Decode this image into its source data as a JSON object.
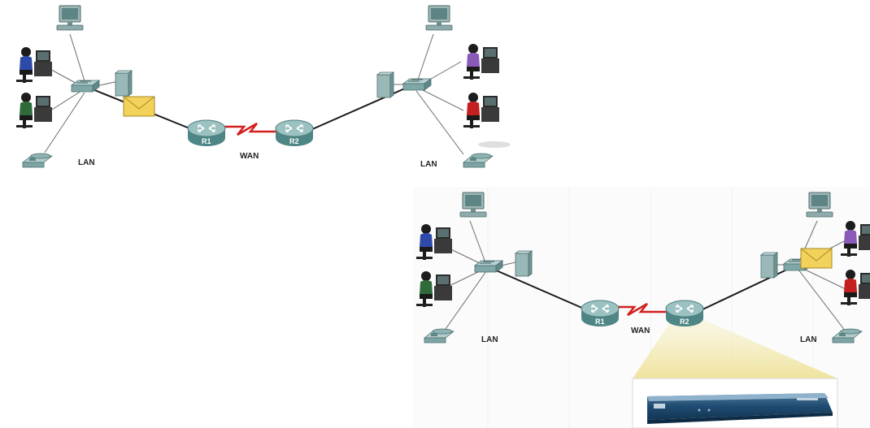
{
  "labels": {
    "top": {
      "lan_left": "LAN",
      "wan": "WAN",
      "lan_right": "LAN",
      "r1": "R1",
      "r2": "R2"
    },
    "bottom": {
      "lan_left": "LAN",
      "wan": "WAN",
      "lan_right": "LAN",
      "r1": "R1",
      "r2": "R2"
    }
  },
  "colors": {
    "wan_link": "#d32020",
    "lan_link": "#1a1a1a",
    "device_teal": "#5f9ea0",
    "envelope": "#f2d25a",
    "zoom_highlight": "#f1eab4"
  }
}
